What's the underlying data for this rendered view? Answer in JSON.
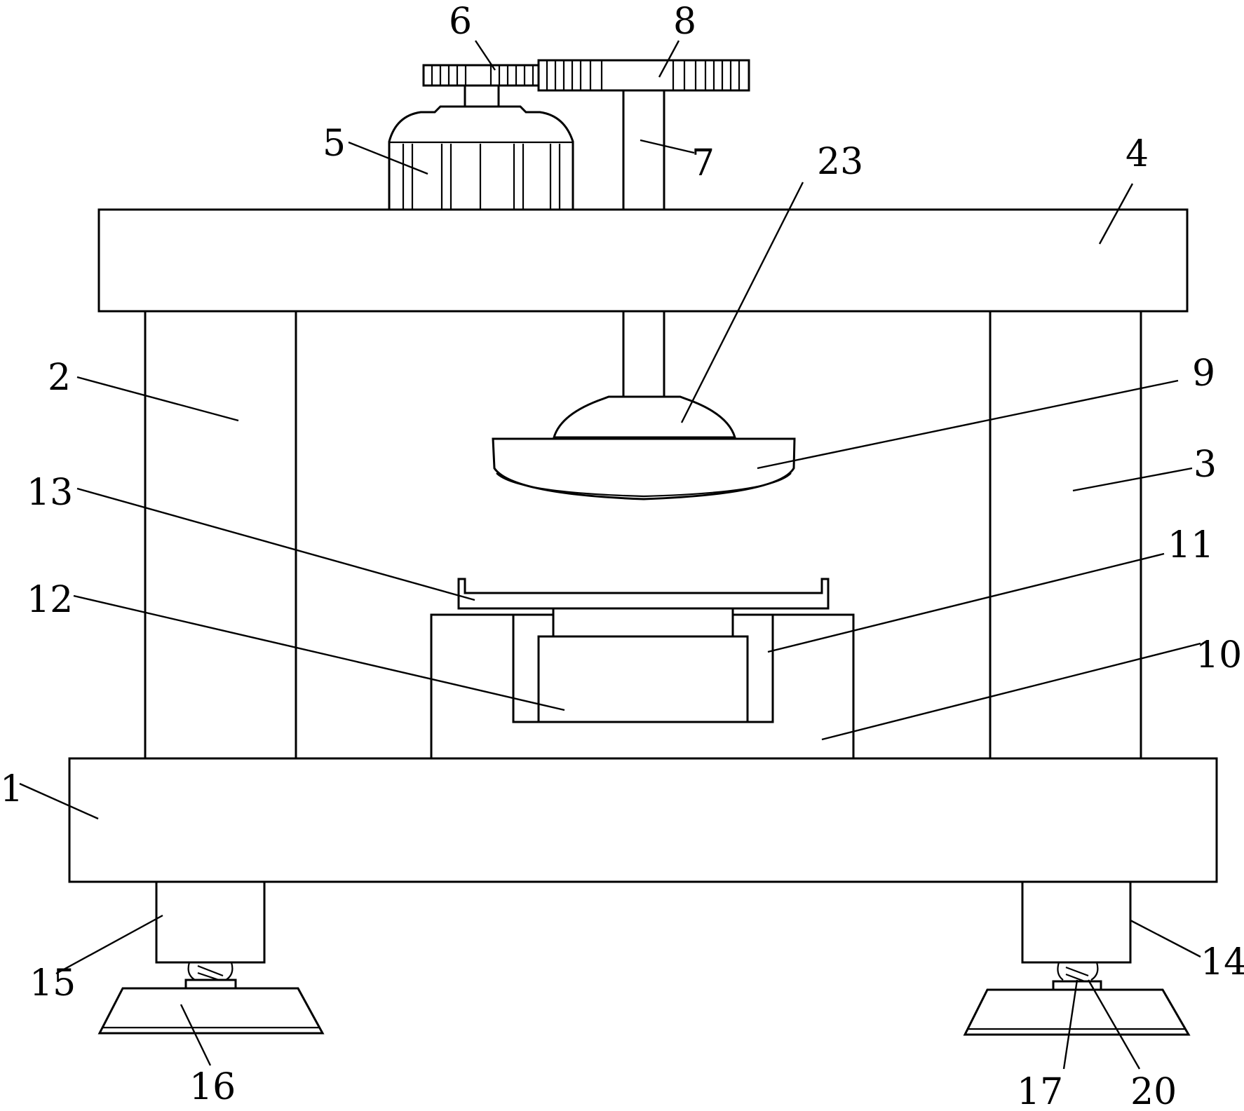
{
  "figure": {
    "background": "#ffffff",
    "ink": "#000000"
  },
  "labels": {
    "l1": "1",
    "l2": "2",
    "l3": "3",
    "l4": "4",
    "l5": "5",
    "l6": "6",
    "l7": "7",
    "l8": "8",
    "l9": "9",
    "l10": "10",
    "l11": "11",
    "l12": "12",
    "l13": "13",
    "l14": "14",
    "l15": "15",
    "l16": "16",
    "l17": "17",
    "l20": "20",
    "l23": "23"
  }
}
